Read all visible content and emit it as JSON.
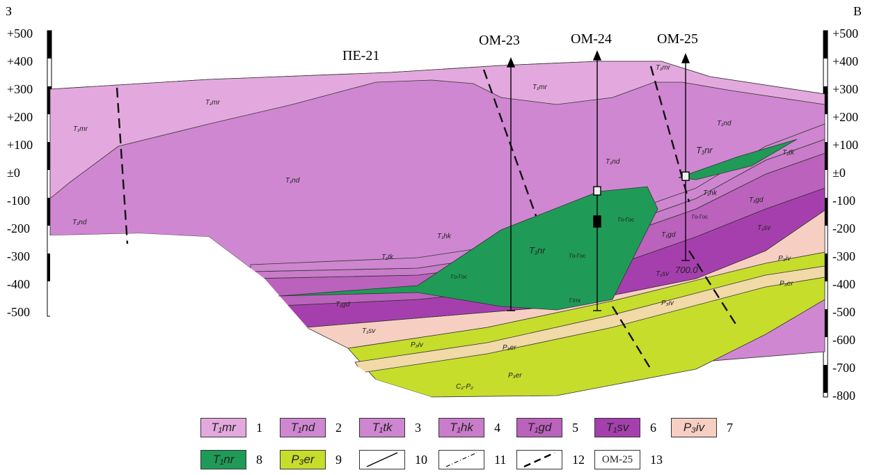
{
  "corners": {
    "west": "З",
    "east": "В"
  },
  "scale_left": [
    "+500",
    "+400",
    "+300",
    "+200",
    "+100",
    "±0",
    "-100",
    "-200",
    "-300",
    "-400",
    "-500"
  ],
  "scale_right": [
    "+500",
    "+400",
    "+300",
    "+200",
    "+100",
    "±0",
    "-100",
    "-200",
    "-300",
    "-400",
    "-500",
    "-600",
    "-700",
    "-800"
  ],
  "wells": {
    "om23": "ОМ-23",
    "om24": "ОМ-24",
    "om25": "ОМ-25",
    "pe21": "ПЕ-21",
    "depth": "700.0"
  },
  "units": {
    "mr": "T₁mr",
    "nd": "T₁nd",
    "tk": "T₁tk",
    "hk": "T₁hk",
    "gd": "T₁gd",
    "sv": "T₁sv",
    "nr": "T₁nr",
    "iv": "P₃iv",
    "er": "P₃er",
    "c2p2": "C₂-P₂",
    "gogos": "Го-Гос",
    "gptk": "Гптк"
  },
  "legend": [
    {
      "label": "T₁mr",
      "num": "1",
      "color": "#e3a9de"
    },
    {
      "label": "T₁nd",
      "num": "2",
      "color": "#cf87d1"
    },
    {
      "label": "T₁tk",
      "num": "3",
      "color": "#cd86cf"
    },
    {
      "label": "T₁hk",
      "num": "4",
      "color": "#c97cc9"
    },
    {
      "label": "T₁gd",
      "num": "5",
      "color": "#bb62bd"
    },
    {
      "label": "T₁sv",
      "num": "6",
      "color": "#a63fae"
    },
    {
      "label": "P₃iv",
      "num": "7",
      "color": "#f7cfc2"
    },
    {
      "label": "T₁nr",
      "num": "8",
      "color": "#1f9a57"
    },
    {
      "label": "P₃er",
      "num": "9",
      "color": "#c6dd2c"
    },
    {
      "label": "",
      "num": "10",
      "color": "#ffffff"
    },
    {
      "label": "",
      "num": "11",
      "color": "#ffffff"
    },
    {
      "label": "",
      "num": "12",
      "color": "#ffffff"
    },
    {
      "label": "ОМ-25",
      "num": "13",
      "color": "#ffffff"
    }
  ]
}
